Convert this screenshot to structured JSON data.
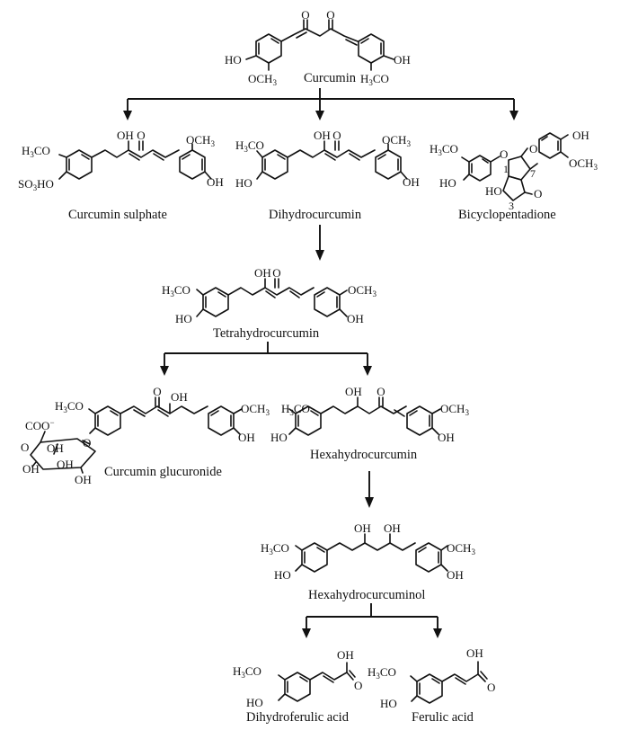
{
  "compounds": {
    "curcumin": "Curcumin",
    "curcumin_sulphate": "Curcumin sulphate",
    "dihydrocurcumin": "Dihydrocurcumin",
    "bicyclopentadione": "Bicyclopentadione",
    "tetrahydrocurcumin": "Tetrahydrocurcumin",
    "curcumin_glucuronide": "Curcumin glucuronide",
    "hexahydrocurcumin": "Hexahydrocurcumin",
    "hexahydrocurcuminol": "Hexahydrocurcuminol",
    "dihydroferulic_acid": "Dihydroferulic acid",
    "ferulic_acid": "Ferulic acid"
  },
  "atoms": {
    "O": "O",
    "OH": "OH",
    "HO": "HO",
    "OCH": "OCH",
    "H": "H",
    "CO": "CO",
    "C": "C",
    "SO": "SO",
    "COO": "COO",
    "minus": "−",
    "sub3": "3"
  },
  "ring_locants": {
    "one": "1",
    "three": "3",
    "seven": "7"
  }
}
